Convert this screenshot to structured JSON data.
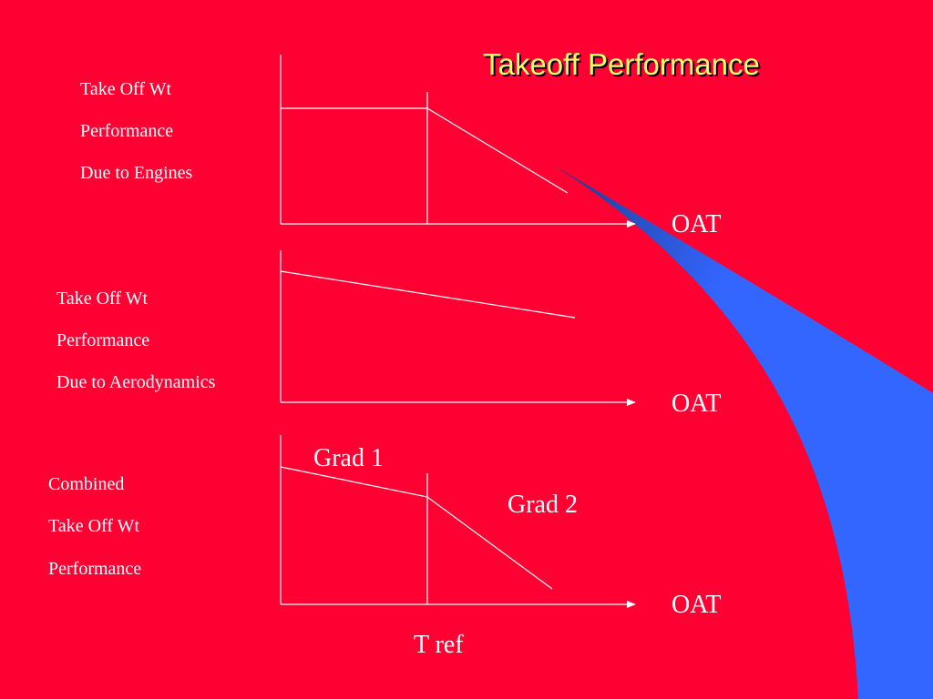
{
  "slide": {
    "title": "Takeoff Performance",
    "colors": {
      "background": "#ff0033",
      "title": "#ffff66",
      "sweep_light": "#3366ff",
      "sweep_dark": "#1f3a8c",
      "line": "#ffffff"
    }
  },
  "panels": [
    {
      "labels": [
        "Take Off Wt",
        "Performance",
        "Due to Engines"
      ],
      "x_axis_label": "OAT"
    },
    {
      "labels": [
        "Take Off Wt",
        "Performance",
        "Due to Aerodynamics"
      ],
      "x_axis_label": "OAT"
    },
    {
      "labels": [
        "Combined",
        "Take Off Wt",
        "Performance"
      ],
      "x_axis_label": "OAT",
      "segment_labels": [
        "Grad 1",
        "Grad 2"
      ],
      "ref_label": "T ref"
    }
  ]
}
